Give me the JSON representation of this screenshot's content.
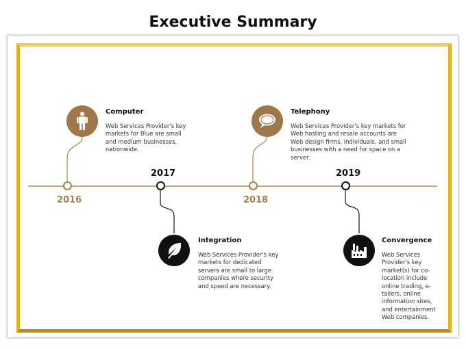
{
  "title": "Executive Summary",
  "milestones": [
    {
      "year": "2016",
      "heading": "Computer",
      "icon": "person-icon",
      "text": "Web Services Provider's key markets for Blue are small and medium businesses, nationwide."
    },
    {
      "year": "2017",
      "heading": "Integration",
      "icon": "leaf-icon",
      "text": "Web Services Provider's key markets for dedicated servers are small to large companies where security and speed are necessary."
    },
    {
      "year": "2018",
      "heading": "Telephony",
      "icon": "speech-bubble-icon",
      "text": "Web Services Provider's key markets for Web hosting and resale accounts are Web design firms, individuals, and small businesses with a need for space on a server."
    },
    {
      "year": "2019",
      "heading": "Convergence",
      "icon": "factory-icon",
      "text": "Web Services Provider's key market(s) for co-location include online trading, e-tailers, online information sites, and entertainment Web companies."
    }
  ],
  "colors": {
    "brown": "#a0774a",
    "black": "#111111",
    "gold": "#e2b21d"
  }
}
